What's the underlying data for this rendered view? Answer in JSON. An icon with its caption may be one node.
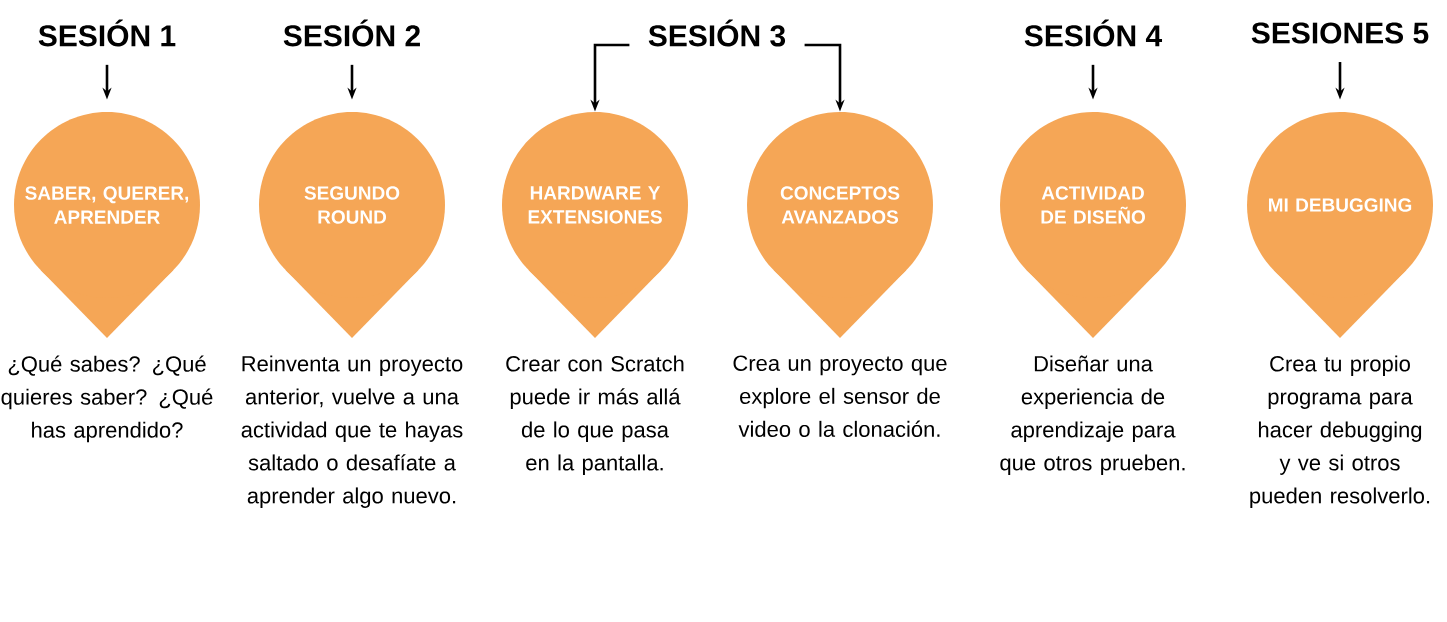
{
  "diagram": {
    "nodes": [
      {
        "text": [
          "SESIÓN 1"
        ]
      },
      {
        "text": [
          "SABER, QUERER, APRENDER"
        ],
        "beside": [
          "¿Qué sabes? ¿Qué quieres saber? ¿Qué has aprendido?"
        ]
      },
      {
        "text": [
          "SESIÓN 2"
        ]
      },
      {
        "text": [
          "SEGUNDO ROUND"
        ],
        "beside": [
          "Reinventa un proyecto anterior, vuelve a una actividad que te hayas saltado o desafíate a aprender algo nuevo."
        ]
      },
      {
        "text": [
          "SESIÓN 3"
        ]
      },
      {
        "text": [
          "HARDWARE Y EXTENSIONES"
        ],
        "beside": [
          "Crear con Scratch puede ir más allá de lo que pasa en la pantalla."
        ]
      },
      {
        "text": [
          "CONCEPTOS AVANZADOS"
        ],
        "beside": [
          "Crea un proyecto que explore el sensor de video o la clonación."
        ]
      },
      {
        "text": [
          "SESIÓN 4"
        ]
      },
      {
        "text": [
          "ACTIVIDAD DE DISEÑO"
        ],
        "beside": [
          "Diseñar una experiencia de aprendizaje para que otros prueben."
        ]
      },
      {
        "text": [
          "SESIONES 5"
        ]
      },
      {
        "text": [
          "MI DEBUGGING"
        ],
        "beside": [
          "Crea tu propio programa para hacer debugging y ve si otros pueden resolverlo."
        ]
      }
    ],
    "edges": [
      {
        "from": 0,
        "to": 1,
        "arrow": "to"
      },
      {
        "from": 2,
        "to": 3,
        "arrow": "to"
      },
      {
        "from": 4,
        "to": 5,
        "arrow": "to"
      },
      {
        "from": 4,
        "to": 6,
        "arrow": "to"
      },
      {
        "from": 7,
        "to": 8,
        "arrow": "to"
      },
      {
        "from": 9,
        "to": 10,
        "arrow": "to"
      }
    ]
  }
}
